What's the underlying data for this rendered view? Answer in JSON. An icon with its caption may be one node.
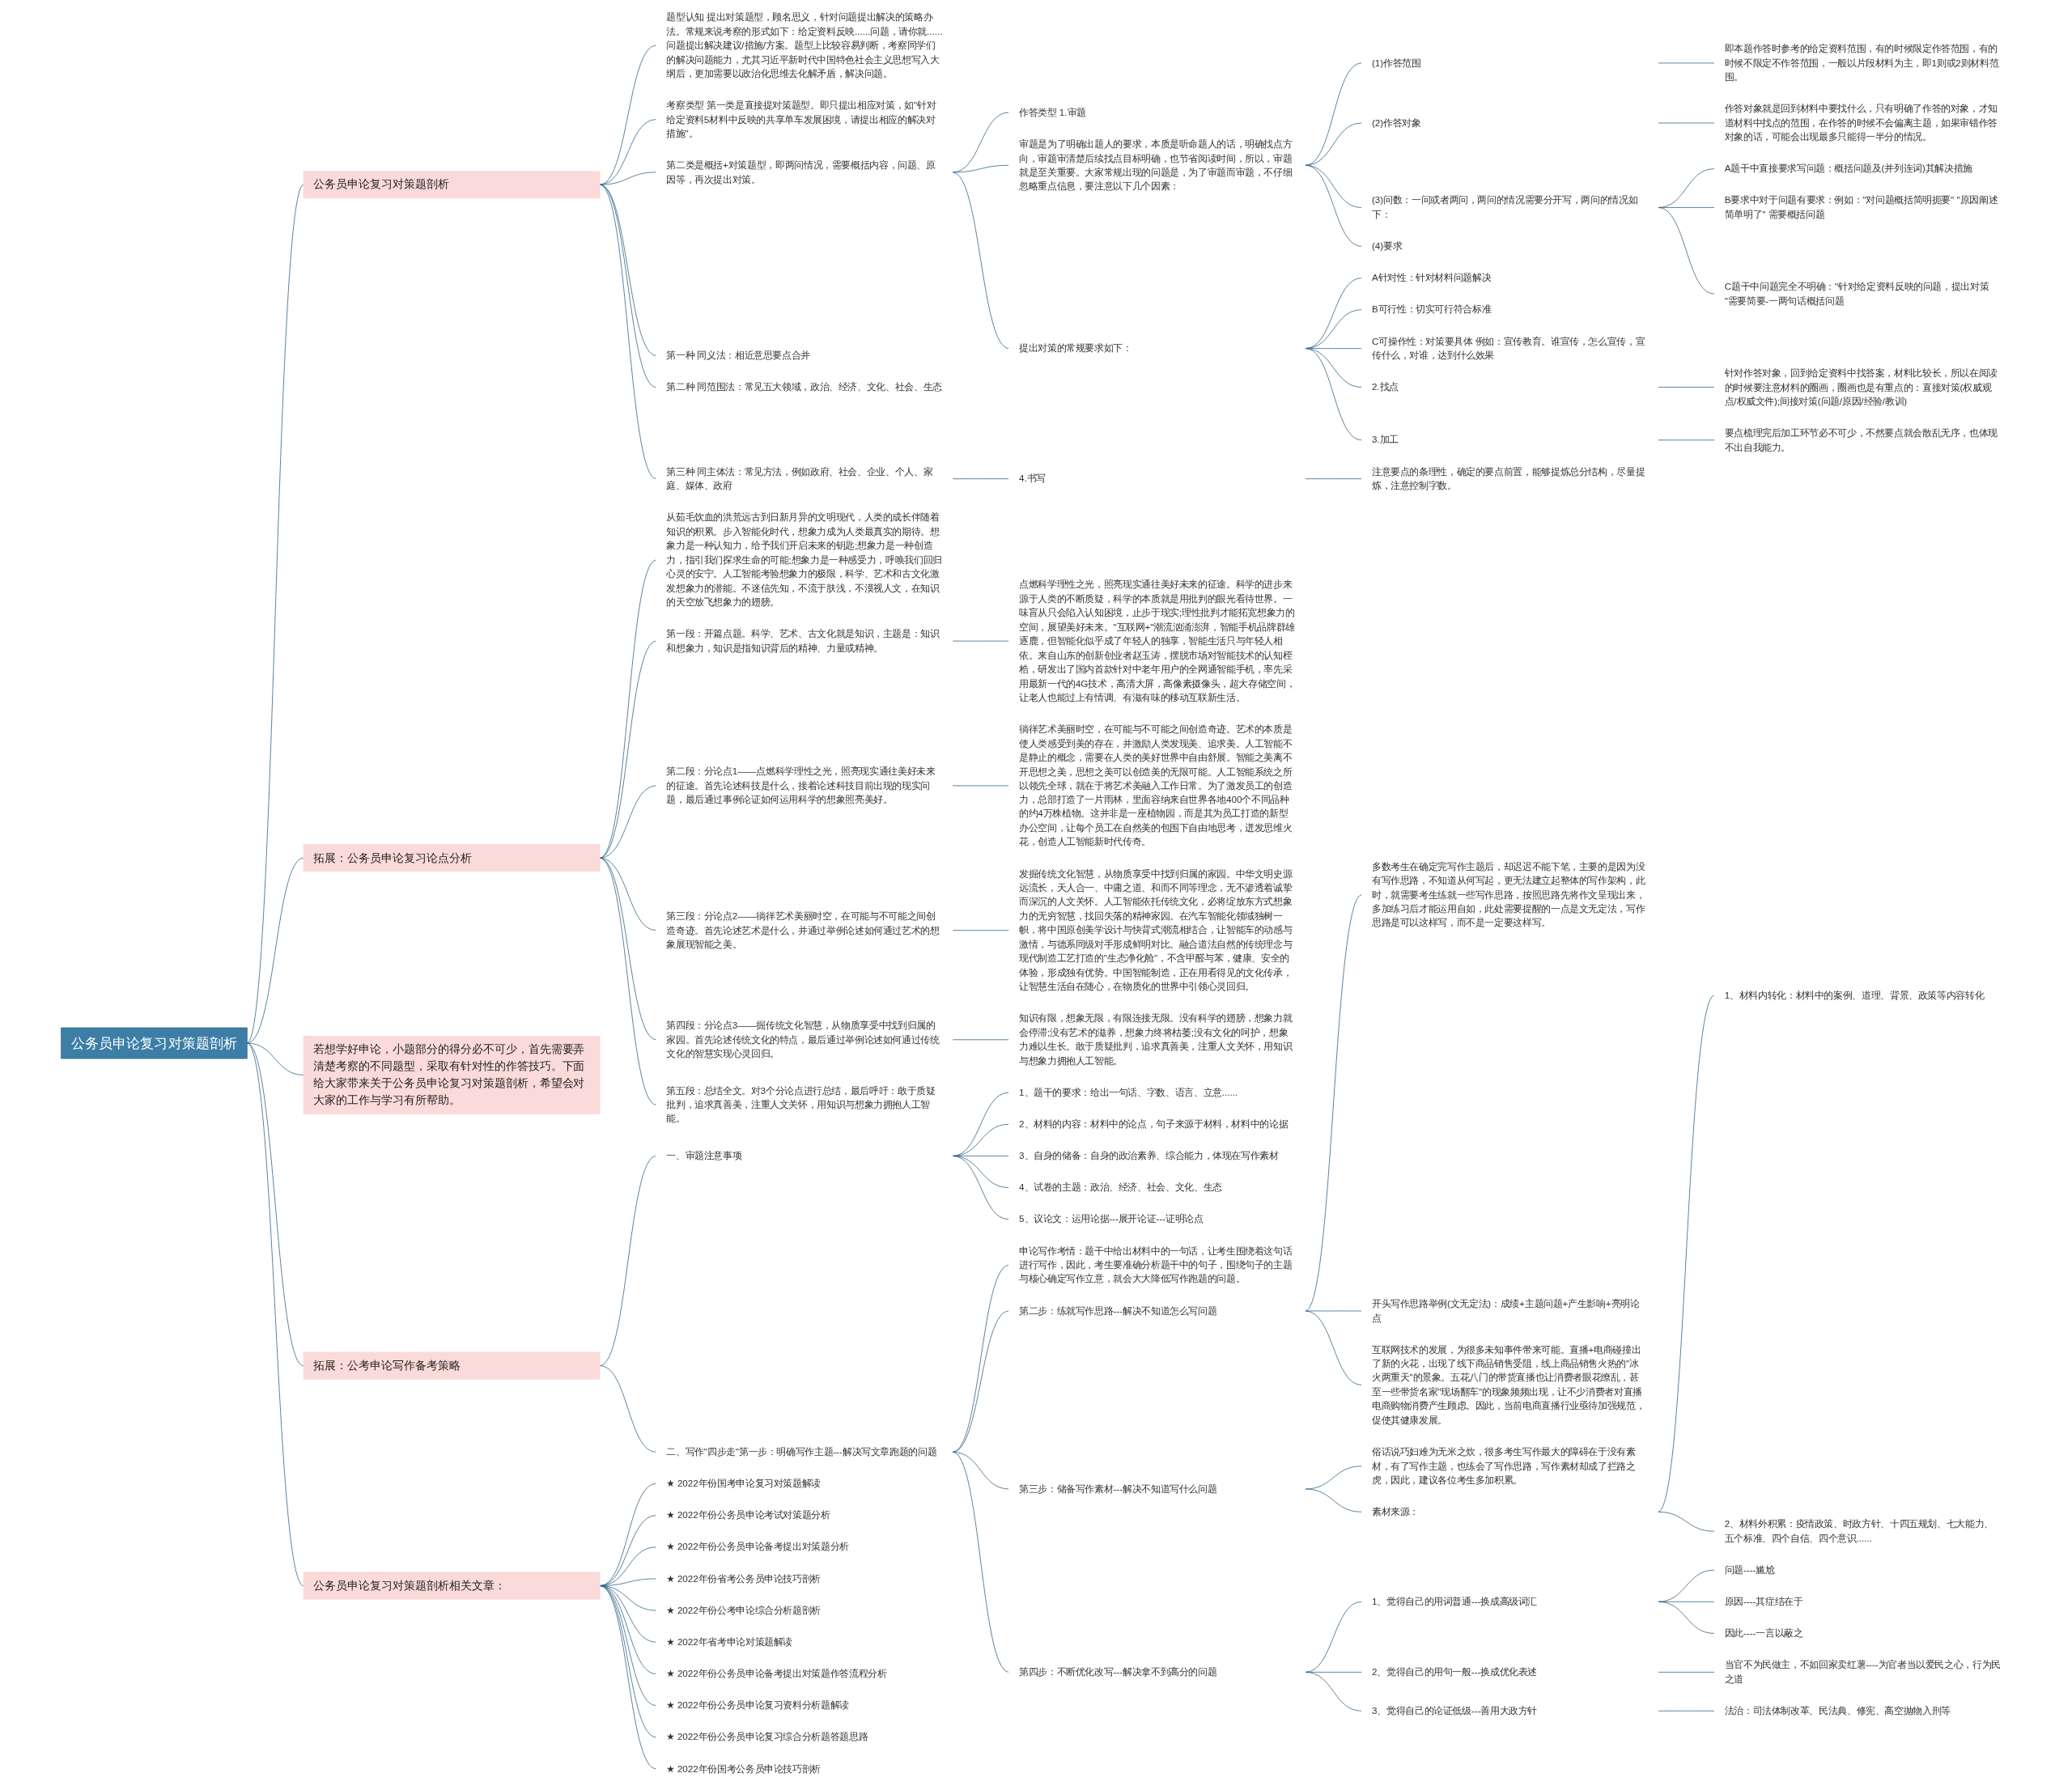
{
  "diagram": {
    "nodes": [
      {
        "text": [
          "公务员申论复习对策题剖析"
        ]
      },
      {
        "text": [
          "公务员申论复习对策题剖析"
        ]
      },
      {
        "text": [
          "题型认知 提出对策题型，顾名思义，针对问题提出解决的策略办法。常规来说考察的形式如下：给定资料反映......问题，请你就......问题提出解决建议/措施/方案。题型上比较容易判断，考察同学们的解决问题能力，尤其习近平新时代中国特色社会主义思想写入大纲后，更加需要以政治化思维去化解矛盾，解决问题。"
        ]
      },
      {
        "text": [
          "考察类型 第一类是直接提对策题型。即只提出相应对策，如\"针对给定资料5材料中反映的共享单车发展困境，请提出相应的解决对措施\"。"
        ]
      },
      {
        "text": [
          "第二类是概括+对策题型，即两问情况，需要概括内容，问题、原因等，再次提出对策。"
        ]
      },
      {
        "text": [
          "作答类型 1.审题"
        ]
      },
      {
        "text": [
          "审题是为了明确出题人的要求，本质是听命题人的话，明确找点方向，审题审清楚后续找点目标明确，也节省阅读时间，所以，审题就是至关重要。大家常规出现的问题是，为了审题而审题，不仔细忽略重点信息，要注意以下几个因素："
        ]
      },
      {
        "text": [
          "(1)作答范围"
        ]
      },
      {
        "text": [
          "即本题作答时参考的给定资料范围，有的时候限定作答范围，有的时候不限定不作答范围，一般以片段材料为主，即1则或2则材料范围。"
        ]
      },
      {
        "text": [
          "(2)作答对象"
        ]
      },
      {
        "text": [
          "作答对象就是回到材料中要找什么，只有明确了作答的对象，才知道材料中找点的范围，在作答的时候不会偏离主题，如果审错作答对象的话，可能会出现最多只能得一半分的情况。"
        ]
      },
      {
        "text": [
          "(3)问数：一问或者两问，两问的情况需要分开写，两问的情况如下："
        ]
      },
      {
        "text": [
          "A题干中直接要求写问题：概括问题及(并列连词)其解决措施"
        ]
      },
      {
        "text": [
          "B要求中对于问题有要求：例如：\"对问题概括简明扼要\" \"原因阐述简单明了\" 需要概括问题"
        ]
      },
      {
        "text": [
          "C题干中问题完全不明确：\"针对给定资料反映的问题，提出对策 \"需要简要-一两句话概括问题"
        ]
      },
      {
        "text": [
          "(4)要求"
        ]
      },
      {
        "text": [
          "提出对策的常规要求如下："
        ]
      },
      {
        "text": [
          "A针对性：针对材料问题解决"
        ]
      },
      {
        "text": [
          "B可行性：切实可行符合标准"
        ]
      },
      {
        "text": [
          "C可操作性：对策要具体 例如：宣传教育。谁宣传，怎么宣传，宣传什么，对谁，达到什么效果"
        ]
      },
      {
        "text": [
          "2.找点"
        ]
      },
      {
        "text": [
          "针对作答对象，回到给定资料中找答案，材料比较长，所以在阅读的时候要注意材料的圈画，圈画也是有重点的：直接对策(权威观点/权威文件);间接对策(问题/原因/经验/教训)"
        ]
      },
      {
        "text": [
          "3.加工"
        ]
      },
      {
        "text": [
          "要点梳理完后加工环节必不可少，不然要点就会散乱无序，也体现不出自我能力。"
        ]
      },
      {
        "text": [
          "第一种 同义法：相近意思要点合并"
        ]
      },
      {
        "text": [
          "第二种 同范围法：常见五大领域，政治、经济、文化、社会、生态"
        ]
      },
      {
        "text": [
          "第三种 同主体法：常见方法，例如政府、社会、企业、个人、家庭、媒体、政府"
        ]
      },
      {
        "text": [
          "4.书写"
        ]
      },
      {
        "text": [
          "注意要点的条理性，确定的要点前置，能够提炼总分结构，尽量提炼，注意控制字数。"
        ]
      },
      {
        "text": [
          "拓展：公务员申论复习论点分析"
        ]
      },
      {
        "text": [
          "从茹毛饮血的洪荒远古到日新月异的文明现代，人类的成长伴随着知识的积累。步入智能化时代，想象力成为人类最真实的期待。想象力是一种认知力，给予我们开启未来的钥匙;想象力是一种创造力，指引我们探求生命的可能;想象力是一种感受力，呼唤我们回归心灵的安宁。人工智能考验想象力的极限，科学、艺术和古文化激发想象力的潜能。不迷信先知，不流于肤浅，不漠视人文，在知识的天空放飞想象力的翅膀。"
        ]
      },
      {
        "text": [
          "第一段：开篇点题。科学、艺术、古文化就是知识，主题是：知识和想象力，知识是指知识背后的精神、力量或精神。"
        ]
      },
      {
        "text": [
          "点燃科学理性之光，照亮现实通往美好未来的征途。科学的进步来源于人类的不断质疑，科学的本质就是用批判的眼光看待世界。一味盲从只会陷入认知困境，止步于现实;理性批判才能拓宽想象力的空间，展望美好未来。\"互联网+\"潮流汹涌澎湃，智能手机品牌群雄逐鹿，但智能化似乎成了年轻人的独享，智能生活只与年轻人相依。来自山东的创新创业者赵玉涛，摆脱市场对智能技术的认知桎梏，研发出了国内首款针对中老年用户的全网通智能手机，率先采用最新一代的4G技术，高清大屏，高像素摄像头，超大存储空间，让老人也能过上有情调、有滋有味的移动互联新生活。"
        ]
      },
      {
        "text": [
          "第二段：分论点1——点燃科学理性之光，照亮现实通往美好未来的征途。首先论述科技是什么，接着论述科技目前出现的现实问题，最后通过事例论证如何运用科学的想象照亮美好。"
        ]
      },
      {
        "text": [
          "徜徉艺术美丽时空，在可能与不可能之间创造奇迹。艺术的本质是使人类感受到美的存在，并激励人类发现美、追求美。人工智能不是静止的概念，需要在人类的美好世界中自由舒展。智能之美离不开思想之美，思想之美可以创造美的无限可能。人工智能系统之所以领先全球，就在于将艺术美融入工作日常。为了激发员工的创造力，总部打造了一片雨林，里面容纳来自世界各地400个不同品种的约4万株植物。这并非是一座植物园，而是其为员工打造的新型办公空间，让每个员工在自然美的包围下自由地思考，迸发思维火花，创造人工智能新时代传奇。"
        ]
      },
      {
        "text": [
          "第三段：分论点2——徜徉艺术美丽时空，在可能与不可能之间创造奇迹。首先论述艺术是什么，并通过举例论述如何通过艺术的想象展现智能之美。"
        ]
      },
      {
        "text": [
          "发掘传统文化智慧，从物质享受中找到归属的家园。中华文明史源远流长，天人合一、中庸之道、和而不同等理念，无不渗透着诚挚而深沉的人文关怀。人工智能依托传统文化，必将绽放东方式想象力的无穷智慧，找回失落的精神家园。在汽车智能化领域独树一帜，将中国原创美学设计与快背式潮流相结合，让智能车的动感与激情，与德系同级对手形成鲜明对比。融合道法自然的传统理念与现代制造工艺打造的\"生态净化舱\"，不含甲醛与苯，健康、安全的体验，形成独有优势。中国智能制造，正在用看得见的文化传承，让智慧生活自在随心，在物质化的世界中引领心灵回归。"
        ]
      },
      {
        "text": [
          "第四段：分论点3——掘传统文化智慧，从物质享受中找到归属的家园。首先论述传统文化的特点，最后通过举例论述如何通过传统文化的智慧实现心灵回归。"
        ]
      },
      {
        "text": [
          "知识有限，想象无限，有限连接无限。没有科学的翅膀，想象力就会停滞;没有艺术的滋养，想象力终将枯萎;没有文化的呵护，想象力难以生长。敢于质疑批判，追求真善美，注重人文关怀，用知识与想象力拥抱人工智能。"
        ]
      },
      {
        "text": [
          "第五段：总结全文。对3个分论点进行总结，最后呼吁：敢于质疑批判，追求真善美，注重人文关怀，用知识与想象力拥抱人工智能。"
        ]
      },
      {
        "text": [
          "若想学好申论，小题部分的得分必不可少，首先需要弄清楚考察的不同题型，采取有针对性的作答技巧。下面给大家带来关于公务员申论复习对策题剖析，希望会对大家的工作与学习有所帮助。"
        ]
      },
      {
        "text": [
          "拓展：公考申论写作备考策略"
        ]
      },
      {
        "text": [
          "一、审题注意事项"
        ]
      },
      {
        "text": [
          "1、题干的要求：给出一句话、字数、语言、立意......"
        ]
      },
      {
        "text": [
          "2、材料的内容：材料中的论点，句子来源于材料，材料中的论据"
        ]
      },
      {
        "text": [
          "3、自身的储备：自身的政治素养、综合能力，体现在写作素材"
        ]
      },
      {
        "text": [
          "4、试卷的主题：政治、经济、社会、文化、生态"
        ]
      },
      {
        "text": [
          "5、议论文：运用论据---展开论证---证明论点"
        ]
      },
      {
        "text": [
          "二、写作\"四步走\"第一步：明确写作主题---解决写文章跑题的问题"
        ]
      },
      {
        "text": [
          "申论写作考情：题干中给出材料中的一句话，让考生围绕着这句话进行写作，因此，考生要准确分析题干中的句子，围绕句子的主题与核心确定写作立意，就会大大降低写作跑题的问题。"
        ]
      },
      {
        "text": [
          "第二步：练就写作思路---解决不知道怎么写问题"
        ]
      },
      {
        "text": [
          "多数考生在确定完写作主题后，却迟迟不能下笔，主要的是因为没有写作思路，不知道从何写起，更无法建立起整体的写作架构，此时，就需要考生练就一些写作思路，按照思路先将作文呈现出来，多加练习后才能运用自如，此处需要提醒的一点是文无定法，写作思路是可以这样写，而不是一定要这样写。"
        ]
      },
      {
        "text": [
          "开头写作思路举例(文无定法)：成绩+主题问题+产生影响+亮明论点"
        ]
      },
      {
        "text": [
          "互联网技术的发展，为很多未知事件带来可能。直播+电商碰撞出了新的火花，出现了线下商品销售受阻，线上商品销售火热的\"冰火两重天\"的景象。五花八门的带货直播也让消费者眼花缭乱，甚至一些带货名家\"现场翻车\"的现象频频出现，让不少消费者对直播电商购物消费产生顾虑。因此，当前电商直播行业亟待加强规范，促使其健康发展。"
        ]
      },
      {
        "text": [
          "第三步：储备写作素材---解决不知道写什么问题"
        ]
      },
      {
        "text": [
          "俗话说巧妇难为无米之炊，很多考生写作最大的障碍在于没有素材，有了写作主题，也练会了写作思路，写作素材却成了拦路之虎，因此，建议各位考生多加积累。"
        ]
      },
      {
        "text": [
          "素材来源："
        ]
      },
      {
        "text": [
          "1、材料内转化：材料中的案例、道理、背景、政策等内容转化"
        ]
      },
      {
        "text": [
          "2、材料外积累：疫情政策、时政方针、十四五规划、七大能力、五个标准、四个自信、四个意识......"
        ]
      },
      {
        "text": [
          "第四步：不断优化改写---解决拿不到高分的问题"
        ]
      },
      {
        "text": [
          "1、觉得自己的用词普通---换成高级词汇"
        ]
      },
      {
        "text": [
          "问题----尴尬"
        ]
      },
      {
        "text": [
          "原因----其症结在于"
        ]
      },
      {
        "text": [
          "因此----一言以蔽之"
        ]
      },
      {
        "text": [
          "2、觉得自己的用句一般---换成优化表述"
        ]
      },
      {
        "text": [
          "当官不为民做主，不如回家卖红薯----为官者当以爱民之心，行为民之道"
        ]
      },
      {
        "text": [
          "3、觉得自己的论证低级---善用大政方针"
        ]
      },
      {
        "text": [
          "法治：司法体制改革、民法典、修宪、高空抛物入刑等"
        ]
      },
      {
        "text": [
          "公务员申论复习对策题剖析相关文章："
        ]
      },
      {
        "text": [
          "★ 2022年份国考申论复习对策题解读"
        ]
      },
      {
        "text": [
          "★ 2022年份公务员申论考试对策题分析"
        ]
      },
      {
        "text": [
          "★ 2022年份公务员申论备考提出对策题分析"
        ]
      },
      {
        "text": [
          "★ 2022年份省考公务员申论技巧剖析"
        ]
      },
      {
        "text": [
          "★ 2022年份公考申论综合分析题剖析"
        ]
      },
      {
        "text": [
          "★ 2022年省考申论对策题解读"
        ]
      },
      {
        "text": [
          "★ 2022年份公务员申论备考提出对策题作答流程分析"
        ]
      },
      {
        "text": [
          "★ 2022年份公务员申论复习资料分析题解读"
        ]
      },
      {
        "text": [
          "★ 2022年份公务员申论复习综合分析题答题思路"
        ]
      },
      {
        "text": [
          "★ 2022年份国考公务员申论技巧剖析"
        ]
      }
    ],
    "edges": [
      {
        "from": 0,
        "to": 1,
        "arrow": "none"
      },
      {
        "from": 1,
        "to": 2,
        "arrow": "none"
      },
      {
        "from": 1,
        "to": 3,
        "arrow": "none"
      },
      {
        "from": 1,
        "to": 4,
        "arrow": "none"
      },
      {
        "from": 4,
        "to": 5,
        "arrow": "none"
      },
      {
        "from": 4,
        "to": 6,
        "arrow": "none"
      },
      {
        "from": 6,
        "to": 7,
        "arrow": "none"
      },
      {
        "from": 7,
        "to": 8,
        "arrow": "none"
      },
      {
        "from": 6,
        "to": 9,
        "arrow": "none"
      },
      {
        "from": 9,
        "to": 10,
        "arrow": "none"
      },
      {
        "from": 6,
        "to": 11,
        "arrow": "none"
      },
      {
        "from": 11,
        "to": 12,
        "arrow": "none"
      },
      {
        "from": 11,
        "to": 13,
        "arrow": "none"
      },
      {
        "from": 11,
        "to": 14,
        "arrow": "none"
      },
      {
        "from": 6,
        "to": 15,
        "arrow": "none"
      },
      {
        "from": 4,
        "to": 16,
        "arrow": "none"
      },
      {
        "from": 16,
        "to": 17,
        "arrow": "none"
      },
      {
        "from": 16,
        "to": 18,
        "arrow": "none"
      },
      {
        "from": 16,
        "to": 19,
        "arrow": "none"
      },
      {
        "from": 16,
        "to": 20,
        "arrow": "none"
      },
      {
        "from": 20,
        "to": 21,
        "arrow": "none"
      },
      {
        "from": 16,
        "to": 22,
        "arrow": "none"
      },
      {
        "from": 22,
        "to": 23,
        "arrow": "none"
      },
      {
        "from": 1,
        "to": 24,
        "arrow": "none"
      },
      {
        "from": 1,
        "to": 25,
        "arrow": "none"
      },
      {
        "from": 1,
        "to": 26,
        "arrow": "none"
      },
      {
        "from": 26,
        "to": 27,
        "arrow": "none"
      },
      {
        "from": 27,
        "to": 28,
        "arrow": "none"
      },
      {
        "from": 0,
        "to": 29,
        "arrow": "none"
      },
      {
        "from": 29,
        "to": 30,
        "arrow": "none"
      },
      {
        "from": 29,
        "to": 31,
        "arrow": "none"
      },
      {
        "from": 31,
        "to": 32,
        "arrow": "none"
      },
      {
        "from": 29,
        "to": 33,
        "arrow": "none"
      },
      {
        "from": 33,
        "to": 34,
        "arrow": "none"
      },
      {
        "from": 29,
        "to": 35,
        "arrow": "none"
      },
      {
        "from": 35,
        "to": 36,
        "arrow": "none"
      },
      {
        "from": 29,
        "to": 37,
        "arrow": "none"
      },
      {
        "from": 37,
        "to": 38,
        "arrow": "none"
      },
      {
        "from": 29,
        "to": 39,
        "arrow": "none"
      },
      {
        "from": 0,
        "to": 40,
        "arrow": "none"
      },
      {
        "from": 0,
        "to": 41,
        "arrow": "none"
      },
      {
        "from": 41,
        "to": 42,
        "arrow": "none"
      },
      {
        "from": 42,
        "to": 43,
        "arrow": "none"
      },
      {
        "from": 42,
        "to": 44,
        "arrow": "none"
      },
      {
        "from": 42,
        "to": 45,
        "arrow": "none"
      },
      {
        "from": 42,
        "to": 46,
        "arrow": "none"
      },
      {
        "from": 42,
        "to": 47,
        "arrow": "none"
      },
      {
        "from": 41,
        "to": 48,
        "arrow": "none"
      },
      {
        "from": 48,
        "to": 49,
        "arrow": "none"
      },
      {
        "from": 48,
        "to": 50,
        "arrow": "none"
      },
      {
        "from": 50,
        "to": 51,
        "arrow": "none"
      },
      {
        "from": 50,
        "to": 52,
        "arrow": "none"
      },
      {
        "from": 50,
        "to": 53,
        "arrow": "none"
      },
      {
        "from": 48,
        "to": 54,
        "arrow": "none"
      },
      {
        "from": 54,
        "to": 55,
        "arrow": "none"
      },
      {
        "from": 54,
        "to": 56,
        "arrow": "none"
      },
      {
        "from": 56,
        "to": 57,
        "arrow": "none"
      },
      {
        "from": 56,
        "to": 58,
        "arrow": "none"
      },
      {
        "from": 48,
        "to": 59,
        "arrow": "none"
      },
      {
        "from": 59,
        "to": 60,
        "arrow": "none"
      },
      {
        "from": 60,
        "to": 61,
        "arrow": "none"
      },
      {
        "from": 60,
        "to": 62,
        "arrow": "none"
      },
      {
        "from": 60,
        "to": 63,
        "arrow": "none"
      },
      {
        "from": 59,
        "to": 64,
        "arrow": "none"
      },
      {
        "from": 64,
        "to": 65,
        "arrow": "none"
      },
      {
        "from": 59,
        "to": 66,
        "arrow": "none"
      },
      {
        "from": 66,
        "to": 67,
        "arrow": "none"
      },
      {
        "from": 0,
        "to": 68,
        "arrow": "none"
      },
      {
        "from": 68,
        "to": 69,
        "arrow": "none"
      },
      {
        "from": 68,
        "to": 70,
        "arrow": "none"
      },
      {
        "from": 68,
        "to": 71,
        "arrow": "none"
      },
      {
        "from": 68,
        "to": 72,
        "arrow": "none"
      },
      {
        "from": 68,
        "to": 73,
        "arrow": "none"
      },
      {
        "from": 68,
        "to": 74,
        "arrow": "none"
      },
      {
        "from": 68,
        "to": 75,
        "arrow": "none"
      },
      {
        "from": 68,
        "to": 76,
        "arrow": "none"
      },
      {
        "from": 68,
        "to": 77,
        "arrow": "none"
      },
      {
        "from": 68,
        "to": 78,
        "arrow": "none"
      }
    ]
  }
}
